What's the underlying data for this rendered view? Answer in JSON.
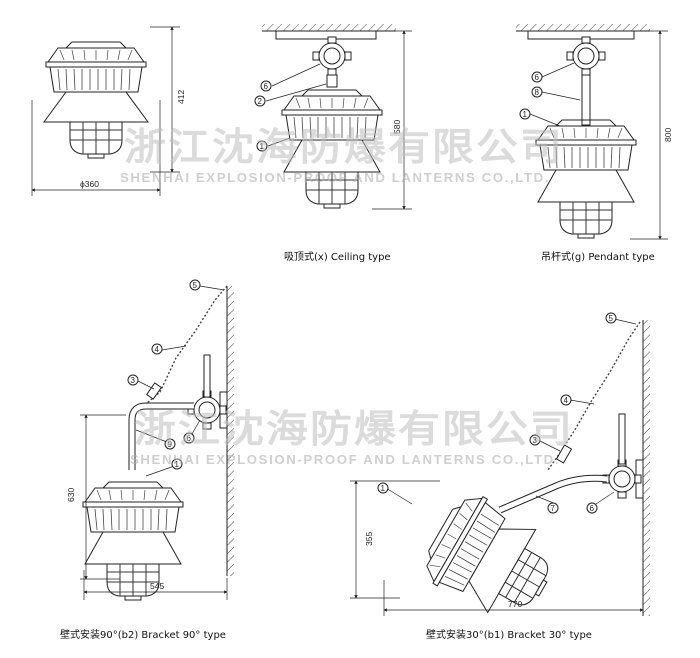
{
  "captions": {
    "ceiling": "吸顶式(x) Ceiling type",
    "pendant": "吊杆式(g) Pendant type",
    "bracket90": "壁式安装90°(b2) Bracket 90° type",
    "bracket30": "壁式安装30°(b1) Bracket 30° type"
  },
  "dimensions": {
    "fig1_height": "412",
    "fig1_diameter": "ϕ360",
    "fig2_height": "580",
    "fig3_height": "800",
    "fig4_height": "630",
    "fig4_width": "545",
    "fig5_height": "355",
    "fig5_width": "770"
  },
  "callouts": {
    "c1": "1",
    "c2": "2",
    "c3": "3",
    "c4": "4",
    "c5": "5",
    "c6": "6",
    "c7": "7",
    "c8": "8",
    "c9": "9"
  },
  "watermark": {
    "cn": "浙江沈海防爆有限公司",
    "en_top": "SHENHAI EXPLOSION-PROOF AND LANTERNS CO.,LTD.",
    "en_bottom": "SHENHAI EXPLOSION-PROOF AND LANTERNS CO.,LTD."
  }
}
